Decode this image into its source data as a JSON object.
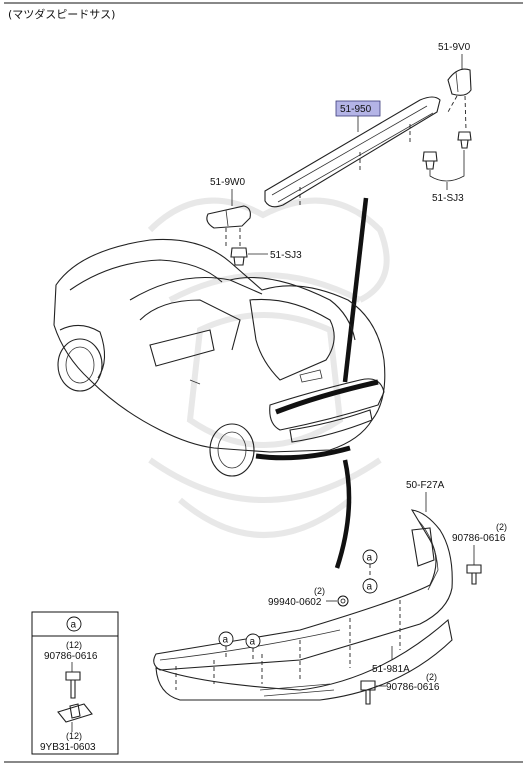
{
  "header": {
    "title": "(マツダスピードサス)"
  },
  "parts": {
    "spoiler": "51-950",
    "right_cap": "51-9V0",
    "left_cap": "51-9W0",
    "clip_right": "51-SJ3",
    "clip_left": "51-SJ3",
    "bumper_lip": "51-981A",
    "rear_bumper": "50-F27A",
    "screw_right": "90786-0616",
    "screw_right_qty": "(2)",
    "screw_bottom": "90786-0616",
    "screw_bottom_qty": "(2)",
    "clip_center": "99940-0602",
    "clip_center_qty": "(2)"
  },
  "callout_marker": "a",
  "legend": {
    "marker": "a",
    "screw_qty": "(12)",
    "screw_part": "90786-0616",
    "nut_qty": "(12)",
    "nut_part": "9YB31-0603"
  },
  "colors": {
    "highlight": "#b4b4e6",
    "highlight_border": "#3a3a7a",
    "line": "#111111"
  }
}
